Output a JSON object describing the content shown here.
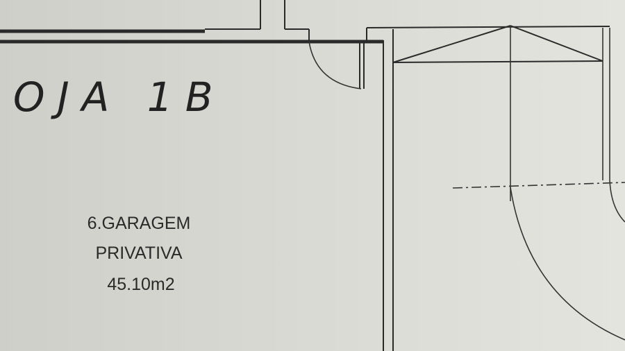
{
  "handwritten_title": "-OJA 1B",
  "room": {
    "name": "6.GARAGEM",
    "type": "PRIVATIVA",
    "area": "45.10m2"
  }
}
